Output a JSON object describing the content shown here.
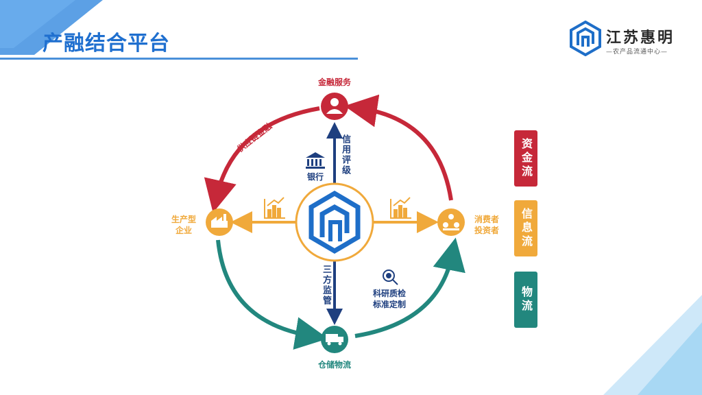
{
  "header": {
    "title": "产融结合平台",
    "brand_name": "江苏惠明",
    "brand_sub": "—农产品流通中心—"
  },
  "nodes": {
    "top": "金融服务",
    "left_line1": "生产型",
    "left_line2": "企业",
    "right_line1": "消费者",
    "right_line2": "投资者",
    "bottom": "仓储物流"
  },
  "edges": {
    "top_left_arc": "供应链金融",
    "center_up": "信用评级",
    "center_down": "三方监管",
    "bank": "银行",
    "research_line1": "科研质检",
    "research_line2": "标准定制"
  },
  "flows": [
    {
      "label": "资金流",
      "color": "#c62839"
    },
    {
      "label": "信息流",
      "color": "#f0a93b"
    },
    {
      "label": "物流",
      "color": "#22877e"
    }
  ],
  "colors": {
    "finance": "#c62839",
    "production": "#f0a93b",
    "logistics": "#22877e",
    "center": "#1e3f7f",
    "title": "#1f6fcf"
  }
}
